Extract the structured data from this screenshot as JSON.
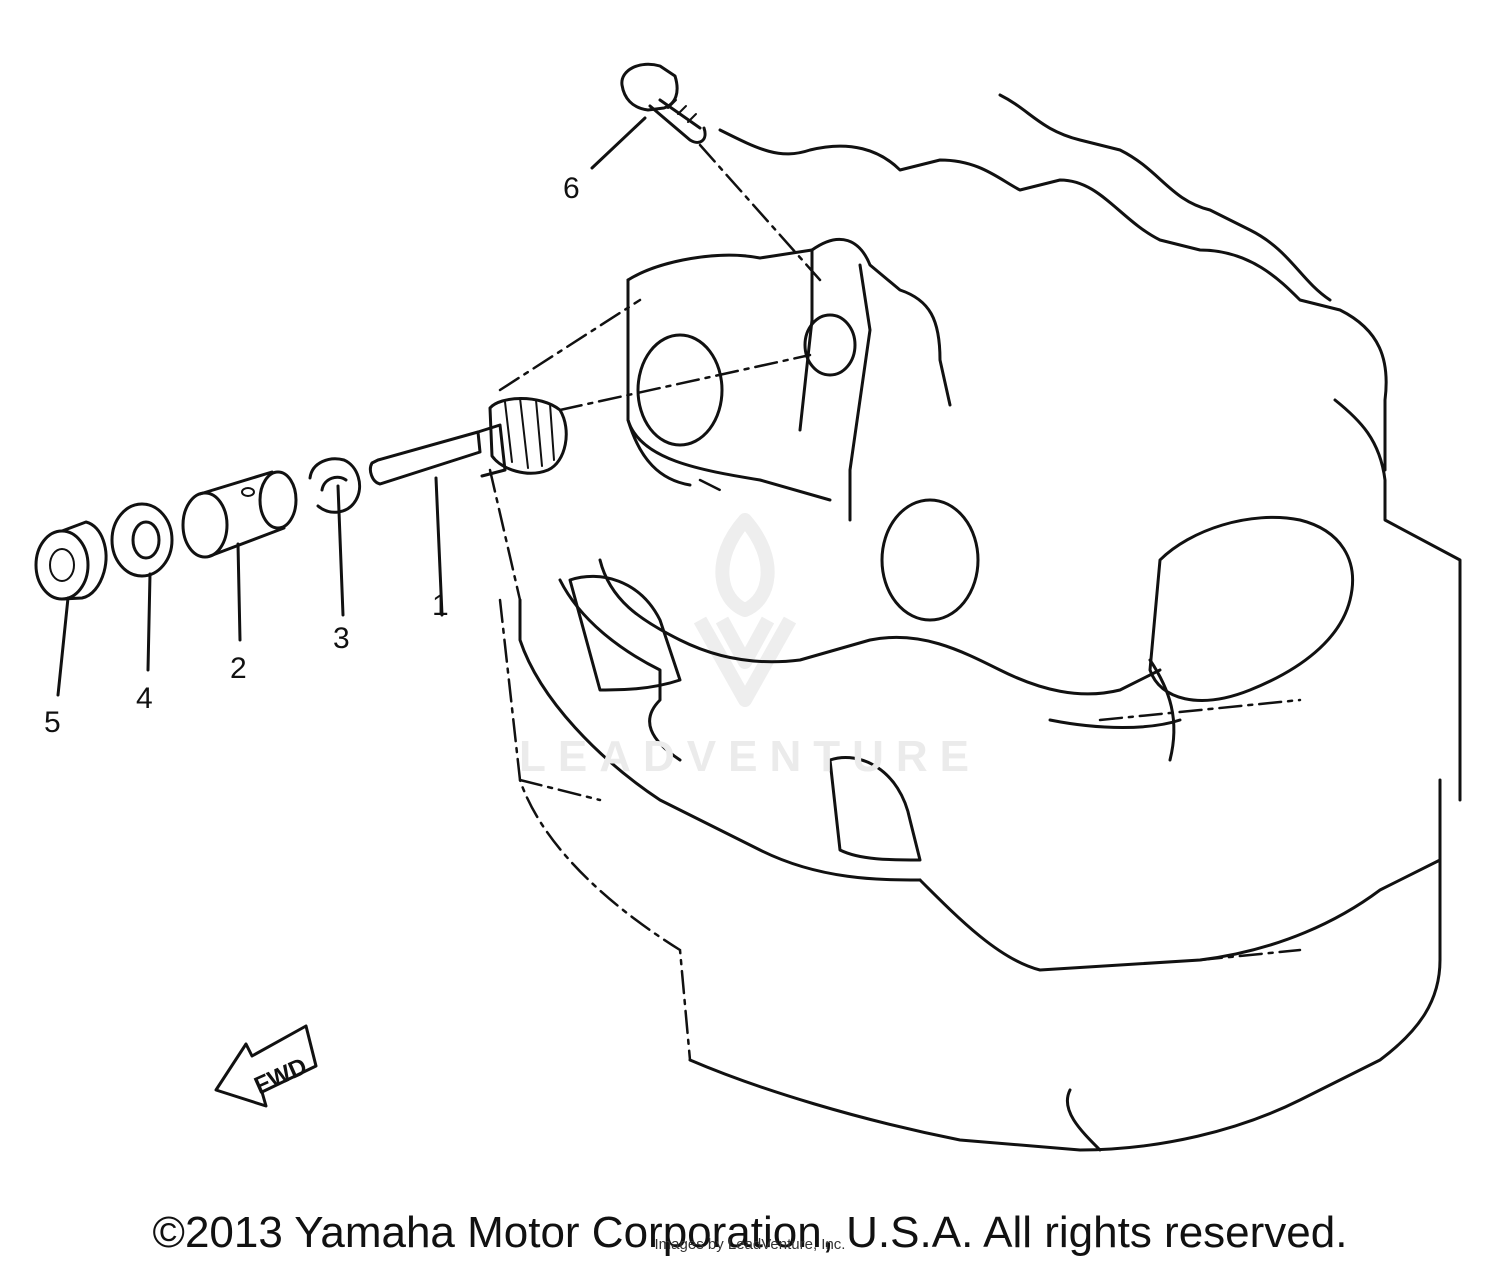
{
  "diagram": {
    "part_labels": [
      "1",
      "2",
      "3",
      "4",
      "5",
      "6"
    ],
    "direction_label": "FWD"
  },
  "watermark": {
    "brand": "LEADVENTURE"
  },
  "footer": {
    "copyright": "©2013 Yamaha Motor Corporation, U.S.A. All rights reserved.",
    "courtesy": "Images by LeadVenture, Inc."
  }
}
